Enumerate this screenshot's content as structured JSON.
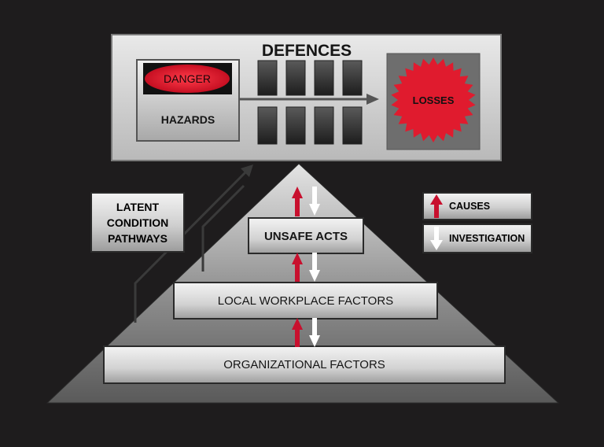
{
  "defences_title": "DEFENCES",
  "danger_label": "DANGER",
  "hazards_label": "HAZARDS",
  "losses_label": "LOSSES",
  "latent_label": [
    "LATENT",
    "CONDITION",
    "PATHWAYS"
  ],
  "pyramid_levels": {
    "unsafe_acts": "UNSAFE ACTS",
    "local_workplace": "LOCAL WORKPLACE FACTORS",
    "organizational": "ORGANIZATIONAL FACTORS"
  },
  "legend": {
    "causes": "CAUSES",
    "investigation": "INVESTIGATION"
  },
  "colors": {
    "background": "#1e1c1d",
    "causes_arrow": "#c8102e",
    "investigation_arrow": "#ffffff",
    "danger_fill": "#e01b2e",
    "losses_fill": "#e01b2e"
  }
}
